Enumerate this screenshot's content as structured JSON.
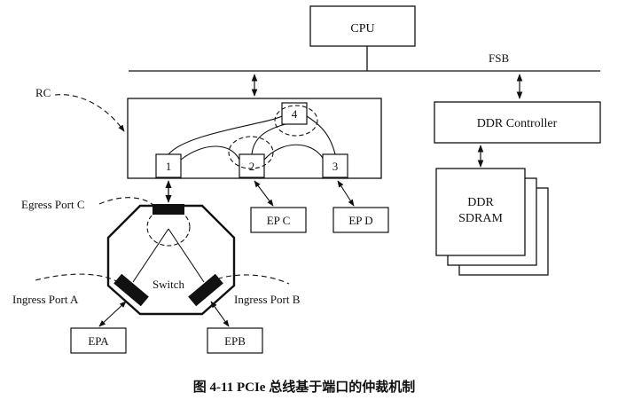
{
  "diagram": {
    "labels": {
      "cpu": "CPU",
      "fsb": "FSB",
      "rc": "RC",
      "ddr_controller": "DDR Controller",
      "ddr_sdram_line1": "DDR",
      "ddr_sdram_line2": "SDRAM",
      "rc_port_1": "1",
      "rc_port_2": "2",
      "rc_port_3": "3",
      "rc_port_4": "4",
      "ep_c": "EP C",
      "ep_d": "EP D",
      "egress_port_c": "Egress Port C",
      "switch": "Switch",
      "ingress_port_a": "Ingress Port A",
      "ingress_port_b": "Ingress Port B",
      "ep_a": "EPA",
      "ep_b": "EPB"
    },
    "caption": "图 4-11    PCIe 总线基于端口的仲裁机制",
    "colors": {
      "ink": "#111111",
      "background": "#ffffff"
    }
  }
}
